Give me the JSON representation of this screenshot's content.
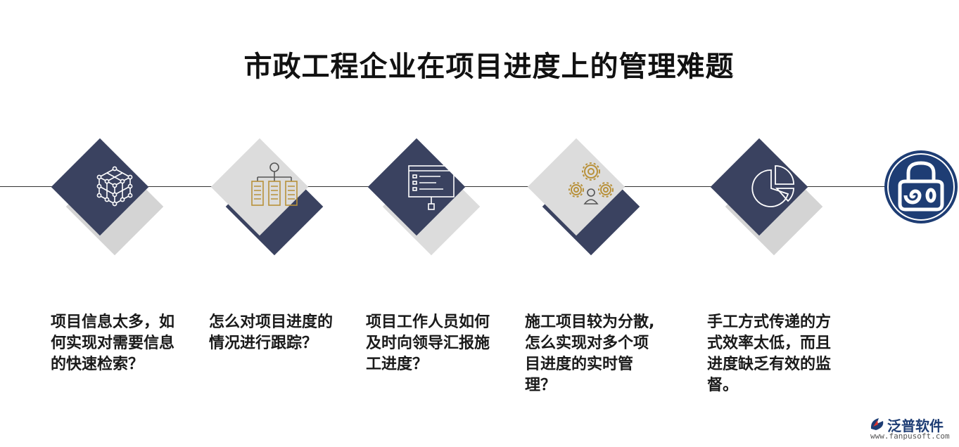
{
  "title": "市政工程企业在项目进度上的管理难题",
  "items": [
    {
      "icon": "network-cube-icon",
      "text": "项目信息太多，如何实现对需要信息的快速检索？"
    },
    {
      "icon": "org-chart-icon",
      "text": "怎么对项目进度的情况进行跟踪？"
    },
    {
      "icon": "presentation-board-icon",
      "text": "项目工作人员如何及时向领导汇报施工进度？"
    },
    {
      "icon": "gears-person-icon",
      "text": "施工项目较为分散,怎么实现对多个项目进度的实时管理？"
    },
    {
      "icon": "pie-chart-icon",
      "text": "手工方式传递的方式效率太低，而且进度缺乏有效的监督。"
    }
  ],
  "logo": {
    "name": "泛普软件",
    "url": "www.fanpusoft.com"
  },
  "colors": {
    "navy": "#3a4260",
    "grey": "#d4d4d4",
    "gold": "#b8913a",
    "badge": "#1e3d74"
  }
}
